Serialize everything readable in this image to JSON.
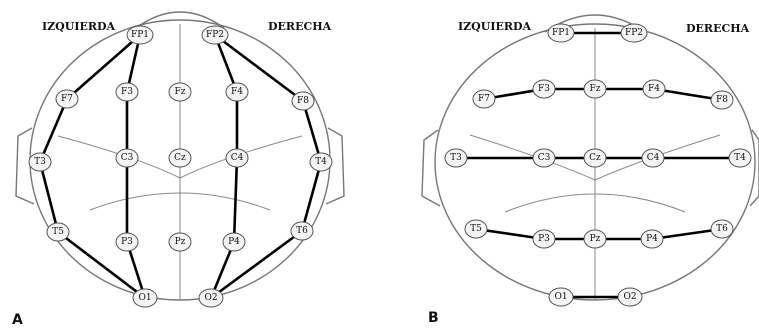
{
  "panels": [
    {
      "letter": "A",
      "left_label": "IZQUIERDA",
      "right_label": "DERECHA",
      "electrodes": [
        "FP1",
        "FP2",
        "F7",
        "F3",
        "Fz",
        "F4",
        "F8",
        "T3",
        "C3",
        "Cz",
        "C4",
        "T4",
        "T5",
        "P3",
        "Pz",
        "P4",
        "T6",
        "O1",
        "O2"
      ]
    },
    {
      "letter": "B",
      "left_label": "IZQUIERDA",
      "right_label": "DERECHA",
      "electrodes": [
        "FP1",
        "FP2",
        "F7",
        "F3",
        "Fz",
        "F4",
        "F8",
        "T3",
        "C3",
        "Cz",
        "C4",
        "T4",
        "T5",
        "P3",
        "Pz",
        "P4",
        "T6",
        "O1",
        "O2"
      ]
    }
  ]
}
